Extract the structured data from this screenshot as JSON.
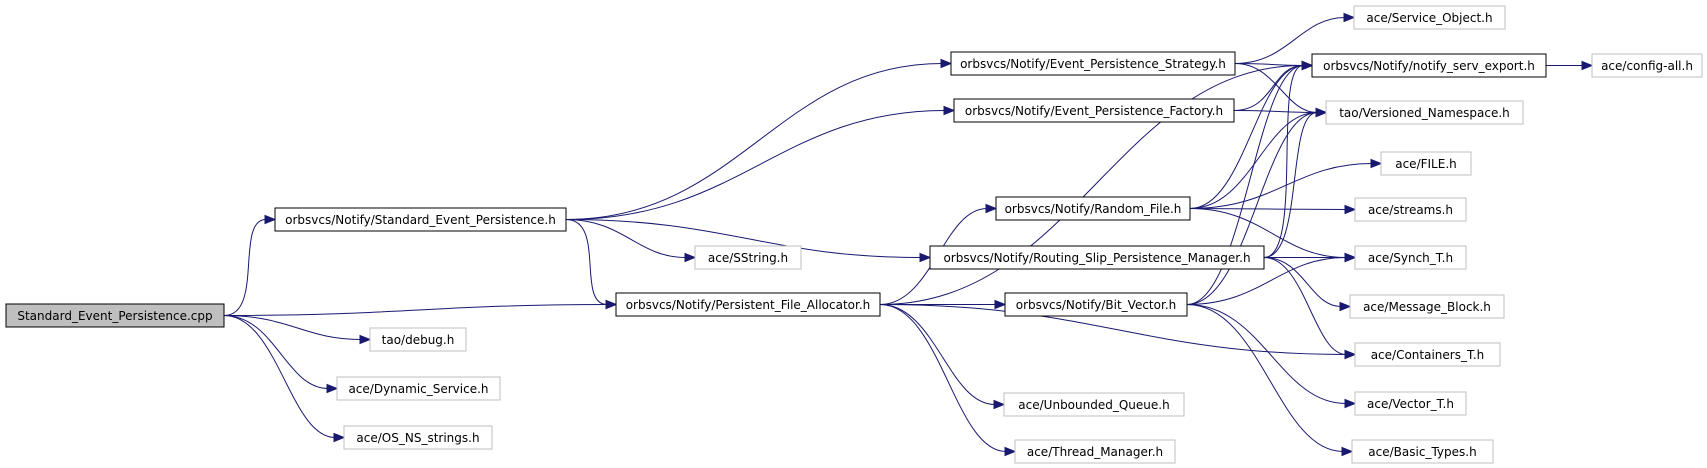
{
  "diagram": {
    "root": "standard-event-persistence-cpp",
    "nodes": [
      {
        "id": "standard-event-persistence-cpp",
        "label": "Standard_Event_Persistence.cpp",
        "kind": "root"
      },
      {
        "id": "standard-event-persistence-h",
        "label": "orbsvcs/Notify/Standard_Event_Persistence.h",
        "kind": "documented"
      },
      {
        "id": "persistent-file-allocator-h",
        "label": "orbsvcs/Notify/Persistent_File_Allocator.h",
        "kind": "documented"
      },
      {
        "id": "tao-debug-h",
        "label": "tao/debug.h",
        "kind": "external"
      },
      {
        "id": "ace-dynamic-service-h",
        "label": "ace/Dynamic_Service.h",
        "kind": "external"
      },
      {
        "id": "ace-os-ns-strings-h",
        "label": "ace/OS_NS_strings.h",
        "kind": "external"
      },
      {
        "id": "event-persistence-strategy-h",
        "label": "orbsvcs/Notify/Event_Persistence_Strategy.h",
        "kind": "documented"
      },
      {
        "id": "event-persistence-factory-h",
        "label": "orbsvcs/Notify/Event_Persistence_Factory.h",
        "kind": "documented"
      },
      {
        "id": "ace-sstring-h",
        "label": "ace/SString.h",
        "kind": "external"
      },
      {
        "id": "random-file-h",
        "label": "orbsvcs/Notify/Random_File.h",
        "kind": "documented"
      },
      {
        "id": "routing-slip-persistence-manager-h",
        "label": "orbsvcs/Notify/Routing_Slip_Persistence_Manager.h",
        "kind": "documented"
      },
      {
        "id": "bit-vector-h",
        "label": "orbsvcs/Notify/Bit_Vector.h",
        "kind": "documented"
      },
      {
        "id": "ace-unbounded-queue-h",
        "label": "ace/Unbounded_Queue.h",
        "kind": "external"
      },
      {
        "id": "ace-thread-manager-h",
        "label": "ace/Thread_Manager.h",
        "kind": "external"
      },
      {
        "id": "ace-service-object-h",
        "label": "ace/Service_Object.h",
        "kind": "external"
      },
      {
        "id": "notify-serv-export-h",
        "label": "orbsvcs/Notify/notify_serv_export.h",
        "kind": "documented"
      },
      {
        "id": "tao-versioned-namespace-h",
        "label": "tao/Versioned_Namespace.h",
        "kind": "external"
      },
      {
        "id": "ace-file-h",
        "label": "ace/FILE.h",
        "kind": "external"
      },
      {
        "id": "ace-streams-h",
        "label": "ace/streams.h",
        "kind": "external"
      },
      {
        "id": "ace-synch-t-h",
        "label": "ace/Synch_T.h",
        "kind": "external"
      },
      {
        "id": "ace-message-block-h",
        "label": "ace/Message_Block.h",
        "kind": "external"
      },
      {
        "id": "ace-containers-t-h",
        "label": "ace/Containers_T.h",
        "kind": "external"
      },
      {
        "id": "ace-vector-t-h",
        "label": "ace/Vector_T.h",
        "kind": "external"
      },
      {
        "id": "ace-basic-types-h",
        "label": "ace/Basic_Types.h",
        "kind": "external"
      },
      {
        "id": "ace-config-all-h",
        "label": "ace/config-all.h",
        "kind": "external"
      }
    ],
    "edges": [
      {
        "from": "standard-event-persistence-cpp",
        "to": "standard-event-persistence-h"
      },
      {
        "from": "standard-event-persistence-cpp",
        "to": "persistent-file-allocator-h"
      },
      {
        "from": "standard-event-persistence-cpp",
        "to": "tao-debug-h"
      },
      {
        "from": "standard-event-persistence-cpp",
        "to": "ace-dynamic-service-h"
      },
      {
        "from": "standard-event-persistence-cpp",
        "to": "ace-os-ns-strings-h"
      },
      {
        "from": "standard-event-persistence-h",
        "to": "event-persistence-strategy-h"
      },
      {
        "from": "standard-event-persistence-h",
        "to": "event-persistence-factory-h"
      },
      {
        "from": "standard-event-persistence-h",
        "to": "ace-sstring-h"
      },
      {
        "from": "standard-event-persistence-h",
        "to": "routing-slip-persistence-manager-h"
      },
      {
        "from": "standard-event-persistence-h",
        "to": "persistent-file-allocator-h"
      },
      {
        "from": "event-persistence-strategy-h",
        "to": "ace-service-object-h"
      },
      {
        "from": "event-persistence-strategy-h",
        "to": "notify-serv-export-h"
      },
      {
        "from": "event-persistence-strategy-h",
        "to": "tao-versioned-namespace-h"
      },
      {
        "from": "event-persistence-factory-h",
        "to": "notify-serv-export-h"
      },
      {
        "from": "event-persistence-factory-h",
        "to": "tao-versioned-namespace-h"
      },
      {
        "from": "notify-serv-export-h",
        "to": "ace-config-all-h"
      },
      {
        "from": "persistent-file-allocator-h",
        "to": "random-file-h"
      },
      {
        "from": "persistent-file-allocator-h",
        "to": "bit-vector-h"
      },
      {
        "from": "persistent-file-allocator-h",
        "to": "notify-serv-export-h"
      },
      {
        "from": "persistent-file-allocator-h",
        "to": "ace-containers-t-h"
      },
      {
        "from": "persistent-file-allocator-h",
        "to": "ace-unbounded-queue-h"
      },
      {
        "from": "persistent-file-allocator-h",
        "to": "ace-thread-manager-h"
      },
      {
        "from": "random-file-h",
        "to": "notify-serv-export-h"
      },
      {
        "from": "random-file-h",
        "to": "tao-versioned-namespace-h"
      },
      {
        "from": "random-file-h",
        "to": "ace-file-h"
      },
      {
        "from": "random-file-h",
        "to": "ace-streams-h"
      },
      {
        "from": "random-file-h",
        "to": "ace-synch-t-h"
      },
      {
        "from": "routing-slip-persistence-manager-h",
        "to": "notify-serv-export-h"
      },
      {
        "from": "routing-slip-persistence-manager-h",
        "to": "tao-versioned-namespace-h"
      },
      {
        "from": "routing-slip-persistence-manager-h",
        "to": "ace-synch-t-h"
      },
      {
        "from": "routing-slip-persistence-manager-h",
        "to": "ace-message-block-h"
      },
      {
        "from": "routing-slip-persistence-manager-h",
        "to": "ace-containers-t-h"
      },
      {
        "from": "bit-vector-h",
        "to": "notify-serv-export-h"
      },
      {
        "from": "bit-vector-h",
        "to": "tao-versioned-namespace-h"
      },
      {
        "from": "bit-vector-h",
        "to": "ace-synch-t-h"
      },
      {
        "from": "bit-vector-h",
        "to": "ace-vector-t-h"
      },
      {
        "from": "bit-vector-h",
        "to": "ace-basic-types-h"
      }
    ]
  },
  "colors": {
    "edge": "#191970",
    "root_fill": "#bfbfbf",
    "documented_border": "#000000",
    "external_border": "#bfbfbf",
    "background": "#ffffff"
  }
}
